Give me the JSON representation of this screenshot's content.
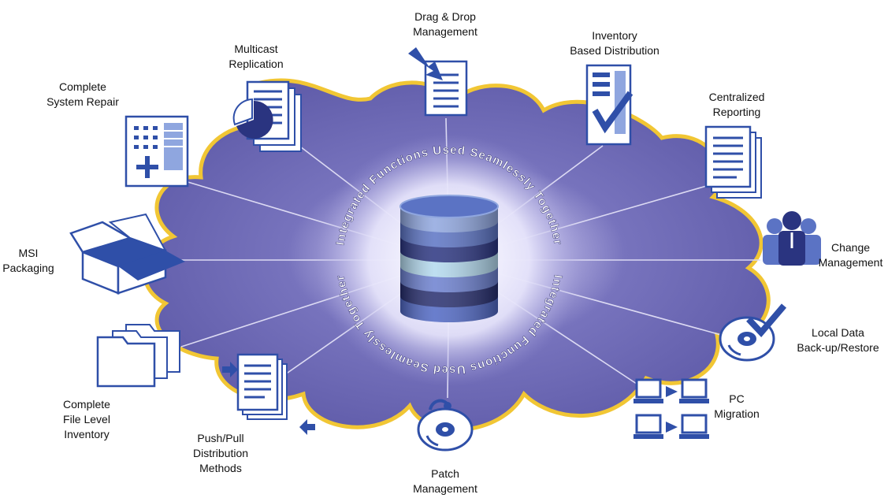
{
  "center": {
    "ring_text": "Integrated Functions Used Seamlessly Together",
    "db_band_colors": [
      "#8fa6df",
      "#5b73c4",
      "#2a3480",
      "#b3d9ee",
      "#6b7fcf",
      "#262d6e",
      "#4f67c4"
    ]
  },
  "colors": {
    "cloud_fill": "#6e6bb4",
    "cloud_edge": "#f1c634",
    "icon_blue": "#2f4fa8",
    "icon_light": "#e9ecf6"
  },
  "features": [
    {
      "id": "drag-drop",
      "label": "Drag & Drop\nManagement",
      "icon": "drag-drop-document-icon"
    },
    {
      "id": "inventory-distribution",
      "label": "Inventory\nBased Distribution",
      "icon": "checklist-server-icon"
    },
    {
      "id": "centralized-reporting",
      "label": "Centralized\nReporting",
      "icon": "stacked-reports-icon"
    },
    {
      "id": "change-management",
      "label": "Change\nManagement",
      "icon": "people-group-icon"
    },
    {
      "id": "local-backup",
      "label": "Local Data\nBack-up/Restore",
      "icon": "disc-checkmark-icon"
    },
    {
      "id": "pc-migration",
      "label": "PC\nMigration",
      "icon": "computers-transfer-icon"
    },
    {
      "id": "patch-management",
      "label": "Patch\nManagement",
      "icon": "disc-patch-icon"
    },
    {
      "id": "push-pull",
      "label": "Push/Pull\nDistribution\nMethods",
      "icon": "document-arrows-icon"
    },
    {
      "id": "file-inventory",
      "label": "Complete\nFile Level\nInventory",
      "icon": "folders-icon"
    },
    {
      "id": "msi-packaging",
      "label": "MSI\nPackaging",
      "icon": "open-box-icon"
    },
    {
      "id": "system-repair",
      "label": "Complete\nSystem Repair",
      "icon": "repair-panel-icon"
    },
    {
      "id": "multicast",
      "label": "Multicast\nReplication",
      "icon": "documents-pie-icon"
    }
  ]
}
